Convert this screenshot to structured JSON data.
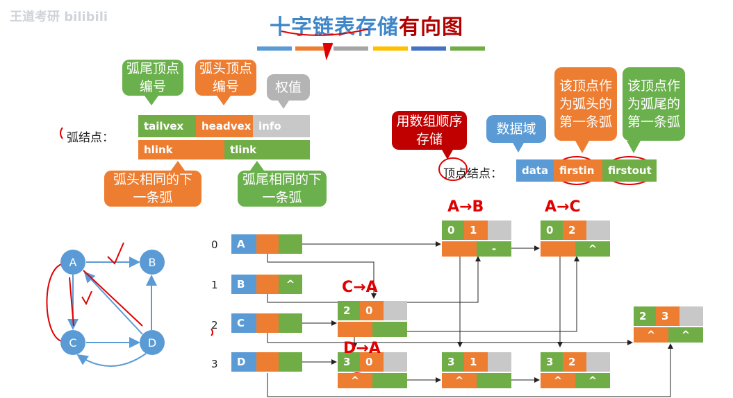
{
  "watermark": "王道考研 bilibili",
  "title": {
    "part1": "十字链表存储",
    "part2": "有向图"
  },
  "arc_node": {
    "label": "弧结点：",
    "bubbles": {
      "tail": "弧尾顶点编号",
      "head": "弧头顶点编号",
      "weight": "权值",
      "hlink": "弧头相同的下一条弧",
      "tlink": "弧尾相同的下一条弧"
    },
    "fields": {
      "tailvex": "tailvex",
      "headvex": "headvex",
      "info": "info",
      "hlink": "hlink",
      "tlink": "tlink"
    }
  },
  "vertex_node": {
    "label": "顶点结点：",
    "bubbles": {
      "array": "用数组顺序存储",
      "data": "数据域",
      "firstin": "该顶点作为弧头的第一条弧",
      "firstout": "该顶点作为弧尾的第一条弧"
    },
    "fields": {
      "data": "data",
      "firstin": "firstin",
      "firstout": "firstout"
    }
  },
  "graph": {
    "nodes": [
      "A",
      "B",
      "C",
      "D"
    ]
  },
  "vertices": [
    {
      "index": "0",
      "data": "A",
      "out": ""
    },
    {
      "index": "1",
      "data": "B",
      "out": "^"
    },
    {
      "index": "2",
      "data": "C",
      "out": ""
    },
    {
      "index": "3",
      "data": "D",
      "out": ""
    }
  ],
  "arcs": [
    {
      "tail": "0",
      "head": "1",
      "hlink": "",
      "tlink": "-"
    },
    {
      "tail": "0",
      "head": "2",
      "hlink": "",
      "tlink": "^"
    },
    {
      "tail": "2",
      "head": "0",
      "hlink": "",
      "tlink": ""
    },
    {
      "tail": "2",
      "head": "3",
      "hlink": "^",
      "tlink": "^"
    },
    {
      "tail": "3",
      "head": "0",
      "hlink": "^",
      "tlink": ""
    },
    {
      "tail": "3",
      "head": "1",
      "hlink": "^",
      "tlink": ""
    },
    {
      "tail": "3",
      "head": "2",
      "hlink": "^",
      "tlink": "^"
    }
  ],
  "annotations": {
    "a1": "A→B",
    "a2": "A→C",
    "a3": "C→A",
    "a4": "D→A"
  }
}
